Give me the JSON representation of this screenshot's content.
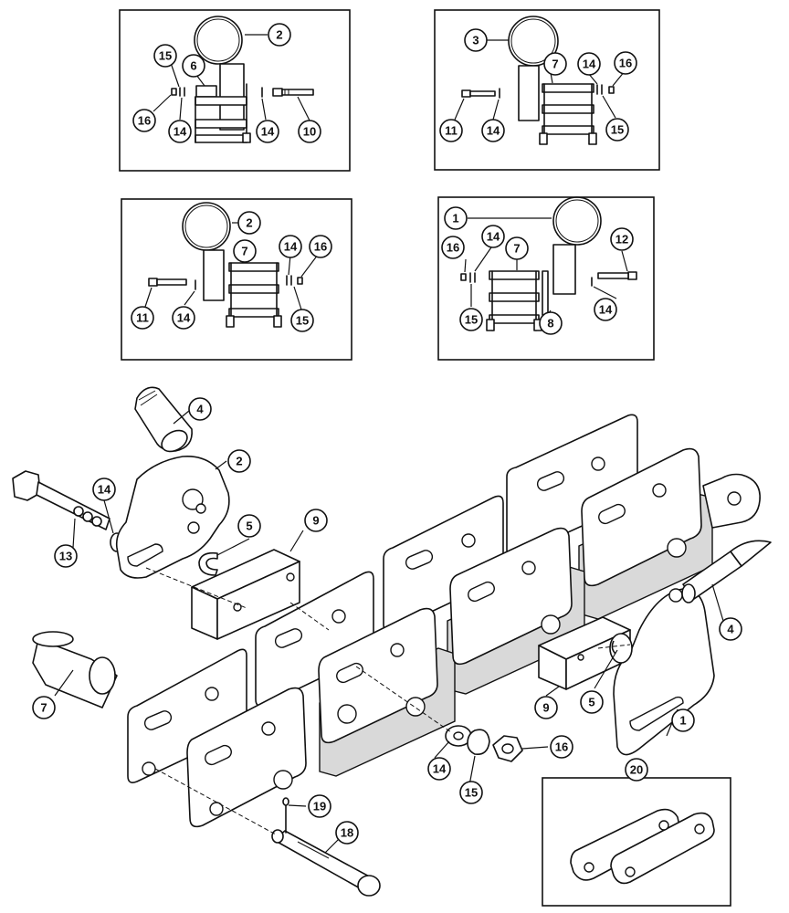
{
  "callouts": {
    "p1": [
      {
        "label": "2"
      },
      {
        "label": "6"
      },
      {
        "label": "15"
      },
      {
        "label": "16"
      },
      {
        "label": "14"
      },
      {
        "label": "14"
      },
      {
        "label": "10"
      }
    ],
    "p2": [
      {
        "label": "3"
      },
      {
        "label": "7"
      },
      {
        "label": "14"
      },
      {
        "label": "16"
      },
      {
        "label": "11"
      },
      {
        "label": "14"
      },
      {
        "label": "15"
      }
    ],
    "p3": [
      {
        "label": "2"
      },
      {
        "label": "7"
      },
      {
        "label": "14"
      },
      {
        "label": "16"
      },
      {
        "label": "11"
      },
      {
        "label": "14"
      },
      {
        "label": "15"
      }
    ],
    "p4": [
      {
        "label": "1"
      },
      {
        "label": "12"
      },
      {
        "label": "16"
      },
      {
        "label": "14"
      },
      {
        "label": "7"
      },
      {
        "label": "15"
      },
      {
        "label": "8"
      },
      {
        "label": "14"
      }
    ],
    "main": [
      {
        "label": "4"
      },
      {
        "label": "2"
      },
      {
        "label": "14"
      },
      {
        "label": "13"
      },
      {
        "label": "5"
      },
      {
        "label": "9"
      },
      {
        "label": "7"
      },
      {
        "label": "4"
      },
      {
        "label": "5"
      },
      {
        "label": "9"
      },
      {
        "label": "1"
      },
      {
        "label": "14"
      },
      {
        "label": "15"
      },
      {
        "label": "16"
      },
      {
        "label": "19"
      },
      {
        "label": "18"
      },
      {
        "label": "20"
      }
    ]
  }
}
